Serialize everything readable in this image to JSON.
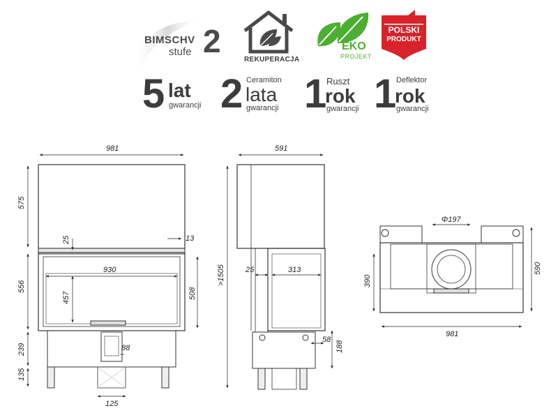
{
  "badges": {
    "bimschv": {
      "title": "BIMSCHV",
      "sub": "stufe",
      "num": "2"
    },
    "rekuperacja": {
      "label": "REKUPERACJA",
      "icon": "house-leaf-icon"
    },
    "eko": {
      "big": "EKO",
      "small": "PROJEKT",
      "icon": "green-leaves-icon",
      "color": "#4caf32"
    },
    "polski": {
      "line1": "POLSKI",
      "line2": "PRODUKT",
      "color": "#d8232a"
    }
  },
  "warranties": [
    {
      "num": "5",
      "top": "",
      "big": "lat",
      "small": "gwarancji"
    },
    {
      "num": "2",
      "top": "Ceramiton",
      "big": "lata",
      "small": "gwarancji"
    },
    {
      "num": "1",
      "top": "Ruszt",
      "big": "rok",
      "small": "gwarancji"
    },
    {
      "num": "1",
      "top": "Deflektor",
      "big": "rok",
      "small": "gwarancji"
    }
  ],
  "dims": {
    "front": {
      "width": "981",
      "h_top": "575",
      "h_mid": "556",
      "h_low": "239",
      "h_leg": "135",
      "glass_w": "930",
      "glass_h": "457",
      "frame_h": "508",
      "gap": "25",
      "edge": "13",
      "inlet": "88",
      "duct": "125"
    },
    "side": {
      "depth": "591",
      "total": ">1505",
      "gap": "25",
      "glass": "313",
      "tube": "58",
      "tube_h": "188"
    },
    "top": {
      "flue": "Φ197",
      "depth": "390",
      "depth2": "590",
      "width": "981"
    }
  }
}
